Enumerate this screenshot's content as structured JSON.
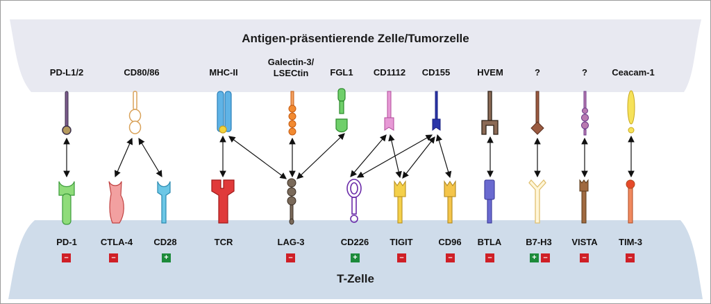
{
  "apc_title": "Antigen-präsentierende Zelle/Tumorzelle",
  "tcell_title": "T-Zelle",
  "ligands": [
    "PD-L1/2",
    "CD80/86",
    "MHC-II",
    "Galectin-3/\nLSECtin",
    "FGL1",
    "CD1112",
    "CD155",
    "HVEM",
    "?",
    "?",
    "Ceacam-1"
  ],
  "receptors": [
    "PD-1",
    "CTLA-4",
    "CD28",
    "TCR",
    "LAG-3",
    "CD226",
    "TIGIT",
    "CD96",
    "BTLA",
    "B7-H3",
    "VISTA",
    "TIM-3"
  ],
  "signals": {
    "negative": "–",
    "positive": "+"
  },
  "colors": {
    "apc_band": "#e8e9f1",
    "tcell_band": "#cfdcea",
    "negative": "#cf1f26",
    "positive": "#1c8a3a"
  }
}
